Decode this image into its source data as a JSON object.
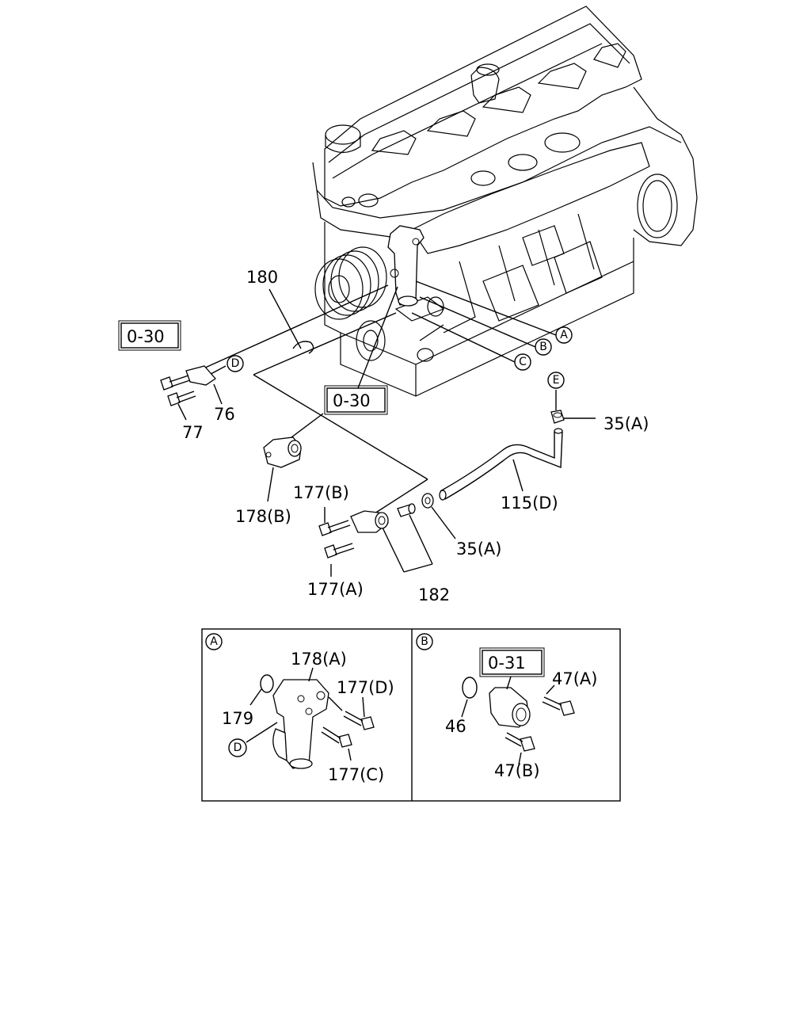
{
  "labels": {
    "p180": "180",
    "ref_030_left": "0-30",
    "ref_030_center": "0-30",
    "p76": "76",
    "p77": "77",
    "p35a_top": "35(A)",
    "p115d": "115(D)",
    "p178b": "178(B)",
    "p177b": "177(B)",
    "p35a_bottom": "35(A)",
    "p177a": "177(A)",
    "p182": "182",
    "inset_a_178a": "178(A)",
    "inset_a_177d": "177(D)",
    "inset_a_179": "179",
    "inset_a_177c": "177(C)",
    "inset_b_ref": "0-31",
    "inset_b_47a": "47(A)",
    "inset_b_46": "46",
    "inset_b_47b": "47(B)"
  },
  "callouts": {
    "a": "A",
    "b": "B",
    "c": "C",
    "d": "D",
    "e": "E",
    "inset_a_tag": "A",
    "inset_a_d": "D",
    "inset_b_tag": "B"
  }
}
